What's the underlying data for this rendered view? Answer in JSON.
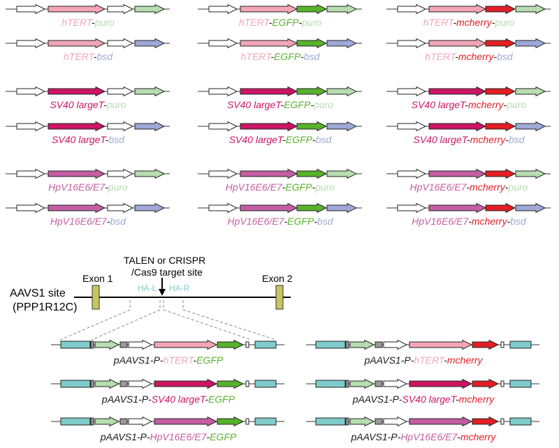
{
  "colors": {
    "hTERT": "#f3a5b5",
    "SV40": "#cc1565",
    "HPV": "#c45ea3",
    "EGFP": "#58b22c",
    "mcherry": "#e31e24",
    "puro": "#b7ddb0",
    "bsd": "#9fa9d8",
    "arm": "#7fcbcb",
    "exon": "#c7c563",
    "small_gray": "#9a9a9a",
    "text_dark": "#1a1a1a"
  },
  "separator": "-",
  "icons": {
    "promoter_arrow": "white-arrow-icon",
    "gene_arrow": "colored-arrow-icon",
    "target_arrow": "down-arrow-icon"
  },
  "constructs": [
    {
      "parts": [
        {
          "text": "hTERT",
          "color": "hTERT"
        },
        {
          "text": "puro",
          "color": "puro"
        }
      ]
    },
    {
      "parts": [
        {
          "text": "hTERT",
          "color": "hTERT"
        },
        {
          "text": "EGFP",
          "color": "EGFP"
        },
        {
          "text": "puro",
          "color": "puro"
        }
      ]
    },
    {
      "parts": [
        {
          "text": "hTERT",
          "color": "hTERT"
        },
        {
          "text": "mcherry",
          "color": "mcherry"
        },
        {
          "text": "puro",
          "color": "puro"
        }
      ]
    },
    {
      "parts": [
        {
          "text": "hTERT",
          "color": "hTERT"
        },
        {
          "text": "bsd",
          "color": "bsd"
        }
      ]
    },
    {
      "parts": [
        {
          "text": "hTERT",
          "color": "hTERT"
        },
        {
          "text": "EGFP",
          "color": "EGFP"
        },
        {
          "text": "bsd",
          "color": "bsd"
        }
      ]
    },
    {
      "parts": [
        {
          "text": "hTERT",
          "color": "hTERT"
        },
        {
          "text": "mcherry",
          "color": "mcherry"
        },
        {
          "text": "bsd",
          "color": "bsd"
        }
      ]
    },
    {
      "parts": [
        {
          "text": "SV40 largeT",
          "color": "SV40"
        },
        {
          "text": "puro",
          "color": "puro"
        }
      ]
    },
    {
      "parts": [
        {
          "text": "SV40 largeT",
          "color": "SV40"
        },
        {
          "text": "EGFP",
          "color": "EGFP"
        },
        {
          "text": "puro",
          "color": "puro"
        }
      ]
    },
    {
      "parts": [
        {
          "text": "SV40 largeT",
          "color": "SV40"
        },
        {
          "text": "mcherry",
          "color": "mcherry"
        },
        {
          "text": "puro",
          "color": "puro"
        }
      ]
    },
    {
      "parts": [
        {
          "text": "SV40 largeT",
          "color": "SV40"
        },
        {
          "text": "bsd",
          "color": "bsd"
        }
      ]
    },
    {
      "parts": [
        {
          "text": "SV40 largeT",
          "color": "SV40"
        },
        {
          "text": "EGFP",
          "color": "EGFP"
        },
        {
          "text": "bsd",
          "color": "bsd"
        }
      ]
    },
    {
      "parts": [
        {
          "text": "SV40 largeT",
          "color": "SV40"
        },
        {
          "text": "mcherry",
          "color": "mcherry"
        },
        {
          "text": "bsd",
          "color": "bsd"
        }
      ]
    },
    {
      "parts": [
        {
          "text": "HpV16E6/E7",
          "color": "HPV"
        },
        {
          "text": "puro",
          "color": "puro"
        }
      ]
    },
    {
      "parts": [
        {
          "text": "HpV16E6/E7",
          "color": "HPV"
        },
        {
          "text": "EGFP",
          "color": "EGFP"
        },
        {
          "text": "puro",
          "color": "puro"
        }
      ]
    },
    {
      "parts": [
        {
          "text": "HpV16E6/E7",
          "color": "HPV"
        },
        {
          "text": "mcherry",
          "color": "mcherry"
        },
        {
          "text": "puro",
          "color": "puro"
        }
      ]
    },
    {
      "parts": [
        {
          "text": "HpV16E6/E7",
          "color": "HPV"
        },
        {
          "text": "bsd",
          "color": "bsd"
        }
      ]
    },
    {
      "parts": [
        {
          "text": "HpV16E6/E7",
          "color": "HPV"
        },
        {
          "text": "EGFP",
          "color": "EGFP"
        },
        {
          "text": "bsd",
          "color": "bsd"
        }
      ]
    },
    {
      "parts": [
        {
          "text": "HpV16E6/E7",
          "color": "HPV"
        },
        {
          "text": "mcherry",
          "color": "mcherry"
        },
        {
          "text": "bsd",
          "color": "bsd"
        }
      ]
    }
  ],
  "aavs1": {
    "site_label": [
      "AAVS1 site",
      "(PPP1R12C)"
    ],
    "exon1": "Exon 1",
    "exon2": "Exon 2",
    "target_label": [
      "TALEN or CRISPR",
      "/Cas9 target site"
    ],
    "ha_left": "HA-L",
    "ha_right": "HA-R"
  },
  "pAAVS1_prefix": "pAAVS1-P-",
  "pAAVS1_constructs": [
    {
      "parts": [
        {
          "text": "hTERT",
          "color": "hTERT"
        },
        {
          "text": "EGFP",
          "color": "EGFP"
        }
      ]
    },
    {
      "parts": [
        {
          "text": "hTERT",
          "color": "hTERT"
        },
        {
          "text": "mcherry",
          "color": "mcherry"
        }
      ]
    },
    {
      "parts": [
        {
          "text": "SV40 largeT",
          "color": "SV40"
        },
        {
          "text": "EGFP",
          "color": "EGFP"
        }
      ]
    },
    {
      "parts": [
        {
          "text": "SV40 largeT",
          "color": "SV40"
        },
        {
          "text": "mcherry",
          "color": "mcherry"
        }
      ]
    },
    {
      "parts": [
        {
          "text": "HpV16E6/E7",
          "color": "HPV"
        },
        {
          "text": "EGFP",
          "color": "EGFP"
        }
      ]
    },
    {
      "parts": [
        {
          "text": "HpV16E6/E7",
          "color": "HPV"
        },
        {
          "text": "mcherry",
          "color": "mcherry"
        }
      ]
    }
  ]
}
